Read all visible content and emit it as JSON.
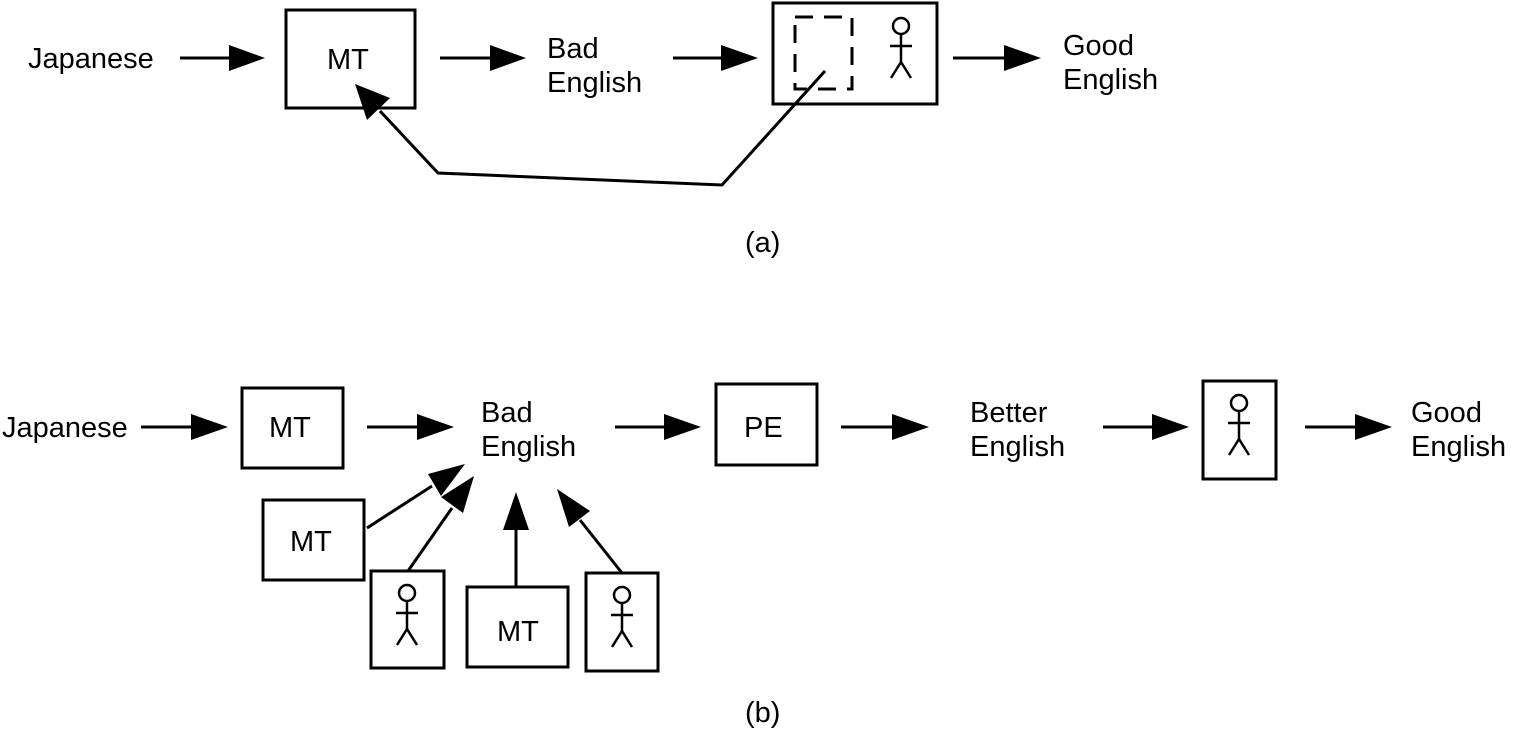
{
  "panel_a": {
    "source": "Japanese",
    "mt_label": "MT",
    "bad_line1": "Bad",
    "bad_line2": "English",
    "good_line1": "Good",
    "good_line2": "English",
    "caption": "(a)"
  },
  "panel_b": {
    "source": "Japanese",
    "mt_label": "MT",
    "bad_line1": "Bad",
    "bad_line2": "English",
    "pe_label": "PE",
    "better_line1": "Better",
    "better_line2": "English",
    "good_line1": "Good",
    "good_line2": "English",
    "extra_mt1_label": "MT",
    "extra_mt2_label": "MT",
    "caption": "(b)"
  },
  "icons": {
    "person": "stick-figure-icon",
    "placeholder": "dashed-box-icon"
  }
}
